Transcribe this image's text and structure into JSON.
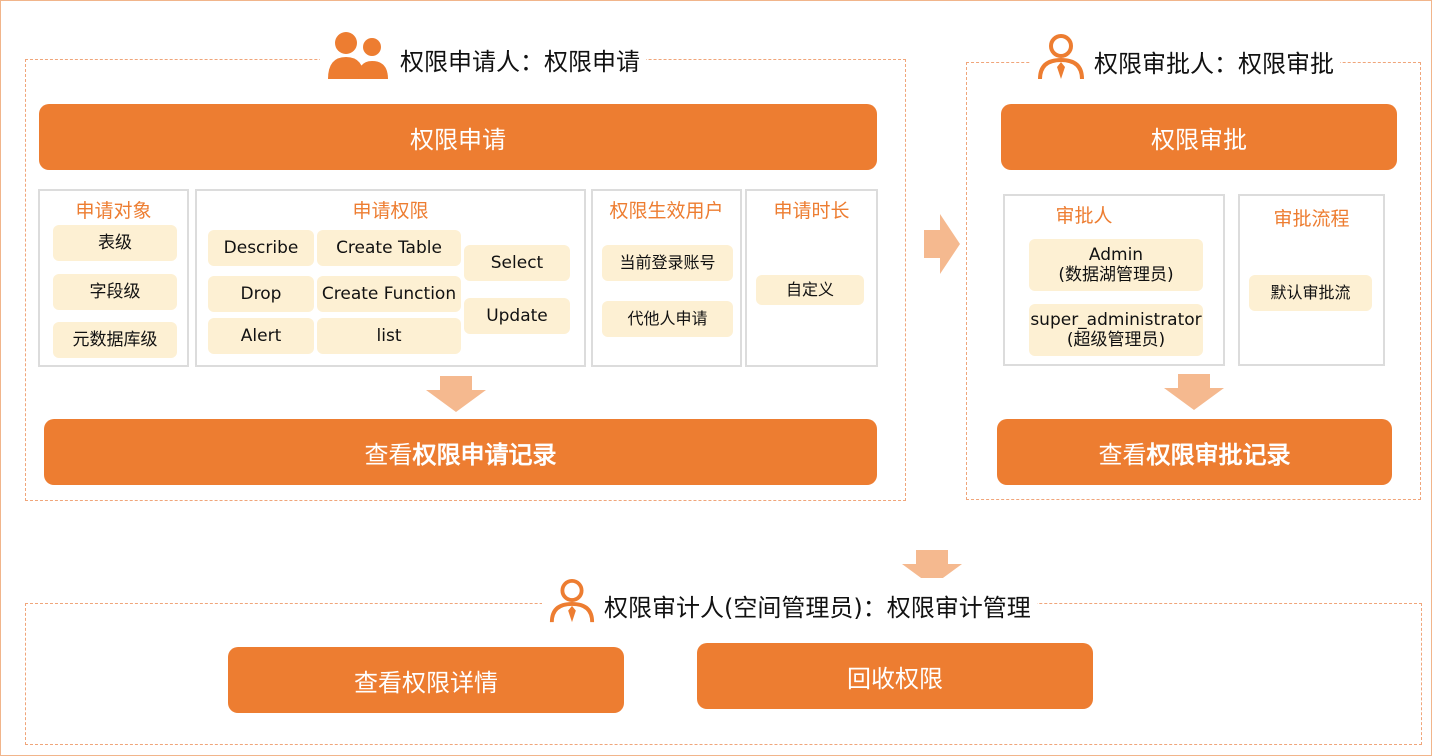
{
  "colors": {
    "accent": "#ed7d31",
    "chip": "#fdf0d3",
    "arrow": "#f5b98f",
    "border": "#dcdcdc"
  },
  "applicant": {
    "title": "权限申请人：权限申请",
    "icon": "users-icon",
    "main_button": "权限申请",
    "object": {
      "title": "申请对象",
      "items": [
        "表级",
        "字段级",
        "元数据库级"
      ]
    },
    "permissions": {
      "title": "申请权限",
      "items": [
        "Describe",
        "Create Table",
        "Drop",
        "Create Function",
        "Alert",
        "list",
        "Select",
        "Update"
      ]
    },
    "effective_user": {
      "title": "权限生效用户",
      "items": [
        "当前登录账号",
        "代他人申请"
      ]
    },
    "duration": {
      "title": "申请时长",
      "items": [
        "自定义"
      ]
    },
    "record_button": {
      "prefix": "查看",
      "bold": "权限申请记录"
    }
  },
  "approver": {
    "title": "权限审批人：权限审批",
    "icon": "user-tie-icon",
    "main_button": "权限审批",
    "approvers": {
      "title": "审批人",
      "items": [
        {
          "line1": "Admin",
          "line2": "(数据湖管理员)"
        },
        {
          "line1": "super_administrator",
          "line2": "(超级管理员)"
        }
      ]
    },
    "flow": {
      "title": "审批流程",
      "items": [
        "默认审批流"
      ]
    },
    "record_button": {
      "prefix": "查看",
      "bold": "权限审批记录"
    }
  },
  "auditor": {
    "title": "权限审计人(空间管理员)：权限审计管理",
    "icon": "user-tie-icon",
    "buttons": [
      "查看权限详情",
      "回收权限"
    ]
  }
}
